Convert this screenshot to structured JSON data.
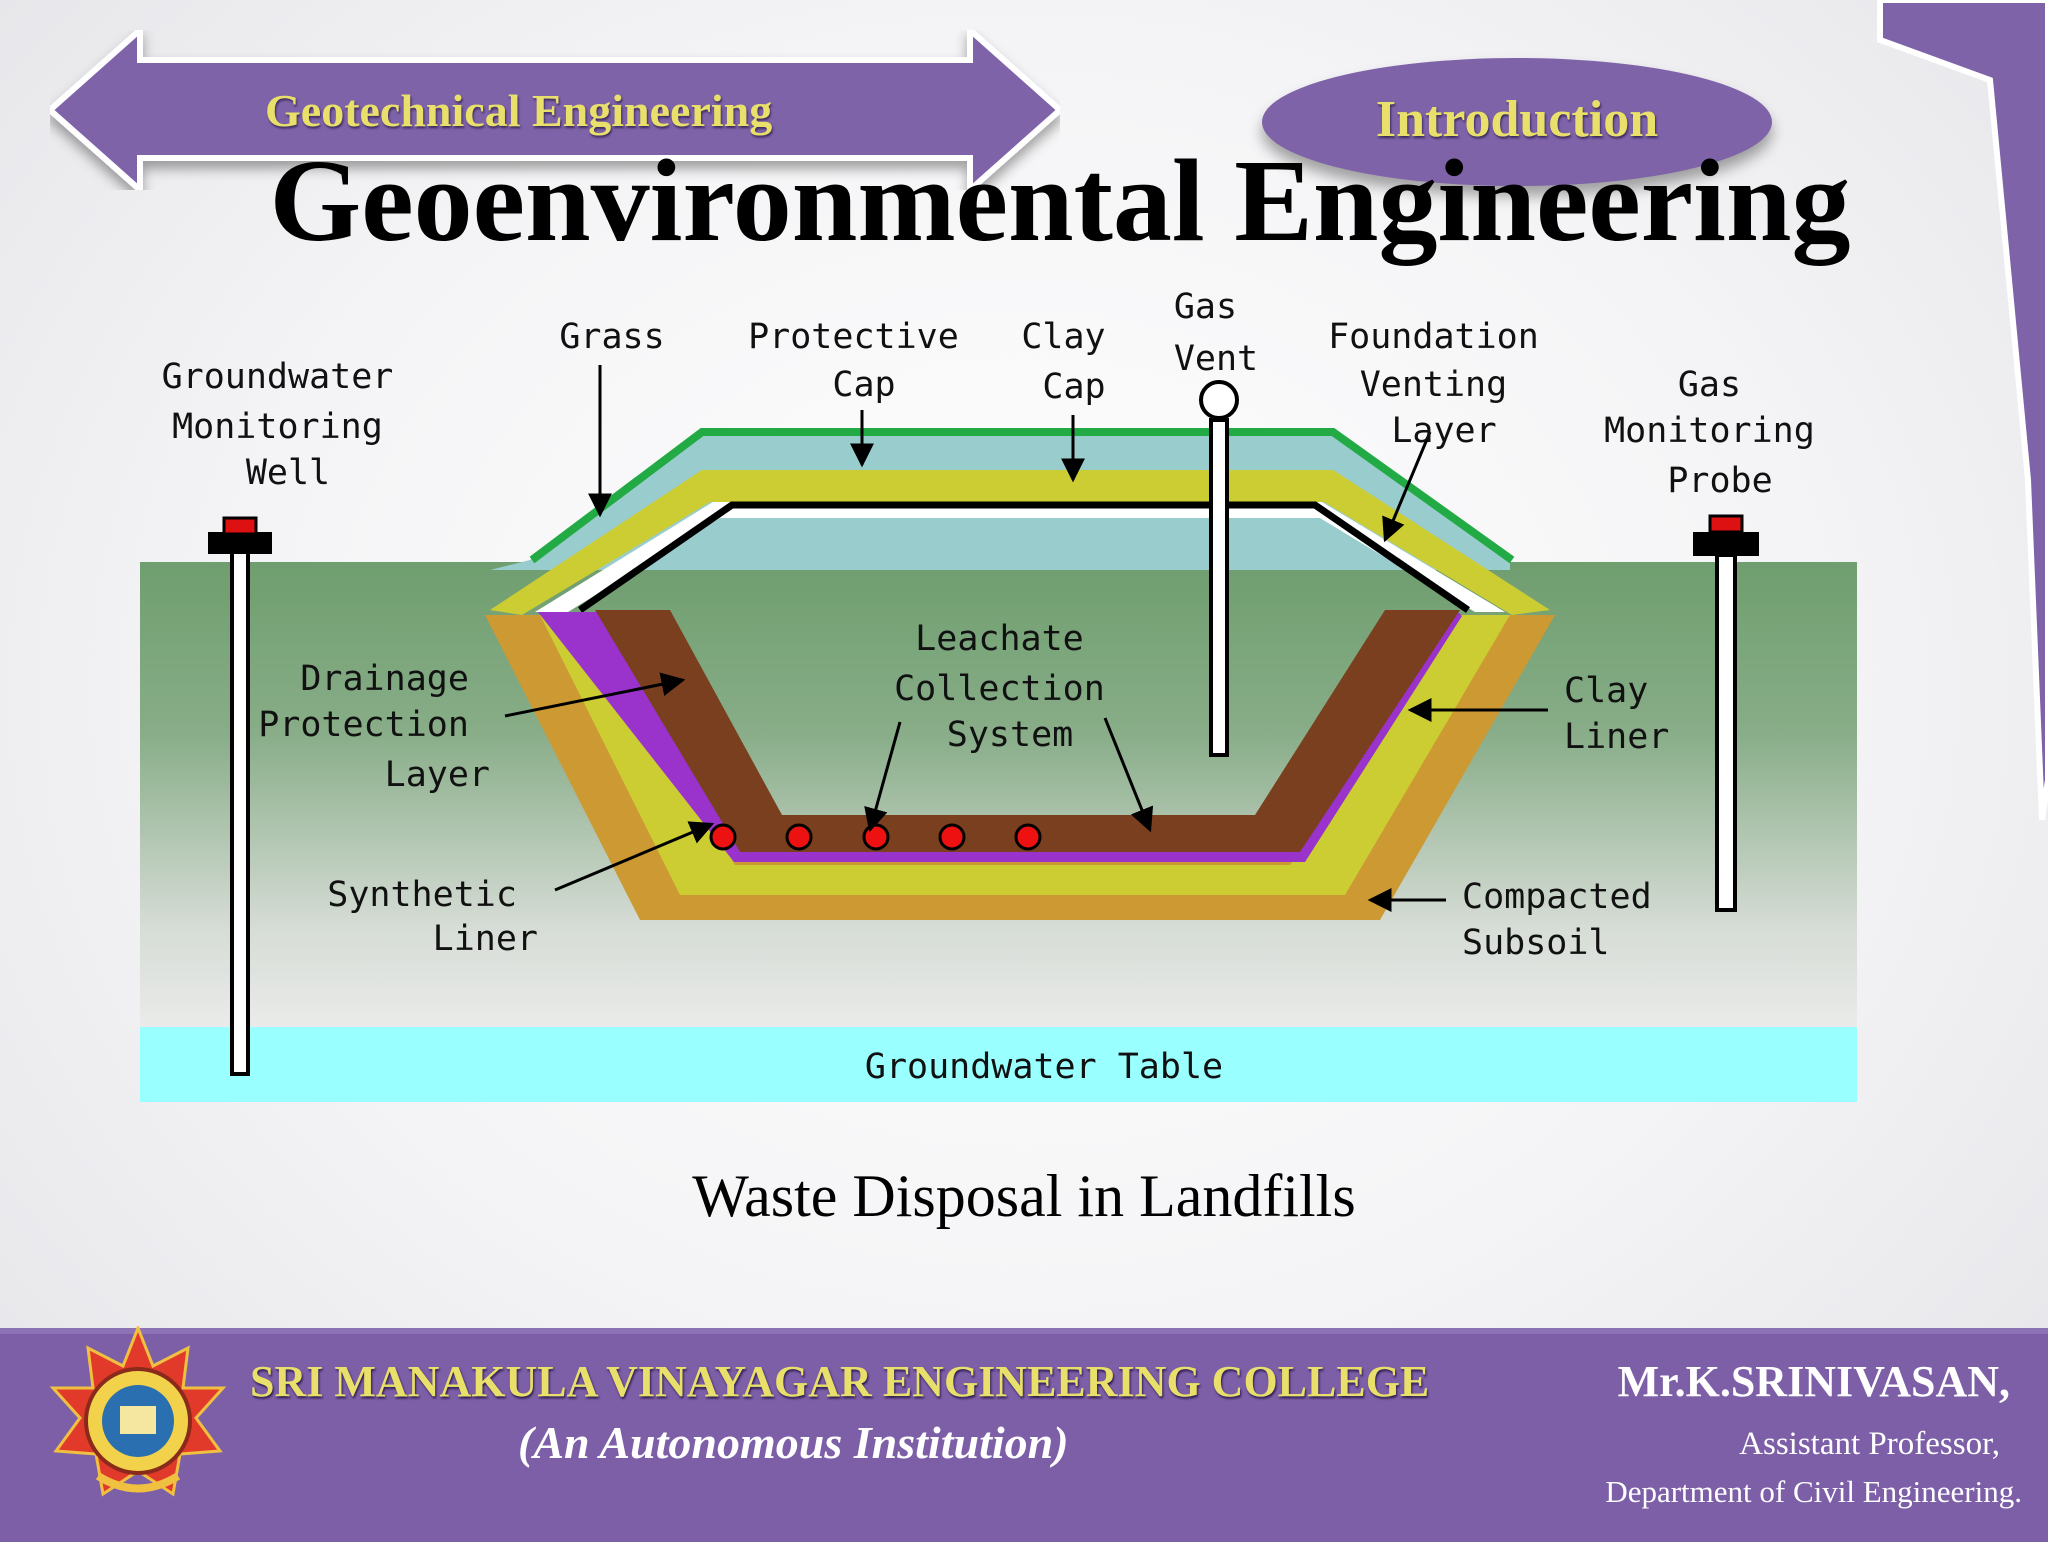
{
  "header": {
    "subject_label": "Geotechnical Engineering",
    "section_label": "Introduction"
  },
  "title": "Geoenvironmental Engineering",
  "diagram": {
    "labels": {
      "groundwater_monitoring_well": [
        "Groundwater",
        "Monitoring",
        "Well"
      ],
      "grass": "Grass",
      "protective_cap": [
        "Protective",
        "Cap"
      ],
      "clay_cap": [
        "Clay",
        "Cap"
      ],
      "gas_vent": [
        "Gas",
        "Vent"
      ],
      "foundation_venting_layer": [
        "Foundation",
        "Venting",
        "Layer"
      ],
      "gas_monitoring_probe": [
        "Gas",
        "Monitoring",
        "Probe"
      ],
      "drainage_protection_layer": [
        "Drainage",
        "Protection",
        "Layer"
      ],
      "leachate_collection_system": [
        "Leachate",
        "Collection",
        "System"
      ],
      "clay_liner": [
        "Clay",
        "Liner"
      ],
      "synthetic_liner": [
        "Synthetic",
        "Liner"
      ],
      "compacted_subsoil": [
        "Compacted",
        "Subsoil"
      ],
      "groundwater_table": "Groundwater Table"
    },
    "colors": {
      "ground": "#6f9e6f",
      "groundwater": "#99ffff",
      "compacted_subsoil": "#cc9933",
      "clay_liner": "#cccc33",
      "synthetic_liner": "#9933cc",
      "drainage_layer": "#804020",
      "protective_cap": "#99cccc",
      "grass": "#22aa44",
      "leachate_pipe": "#ee1111",
      "monitor_cap": "#dd1111"
    }
  },
  "caption": "Waste Disposal in Landfills",
  "footer": {
    "college_name": "SRI MANAKULA VINAYAGAR ENGINEERING COLLEGE",
    "college_subtitle": "(An Autonomous Institution)",
    "author_name": "Mr.K.SRINIVASAN,",
    "author_role": "Assistant Professor,",
    "author_department": "Department of Civil Engineering."
  }
}
